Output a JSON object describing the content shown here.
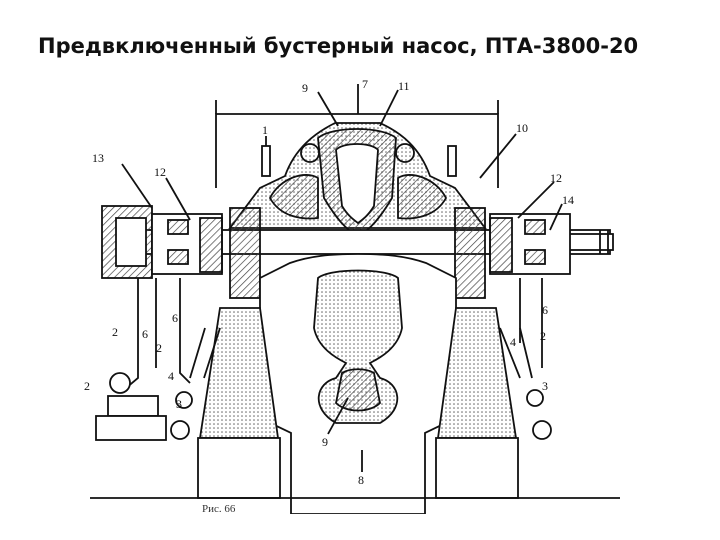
{
  "slide": {
    "title": "Предвключенный  бустерный  насос, ПТА-3800-20"
  },
  "drawing": {
    "callouts": [
      "1",
      "2",
      "3",
      "4",
      "6",
      "7",
      "8",
      "9",
      "10",
      "11",
      "12",
      "13",
      "14"
    ],
    "labels": {
      "n9_top": "9",
      "n7": "7",
      "n11": "11",
      "n1": "1",
      "n10": "10",
      "n13": "13",
      "n12_left": "12",
      "n12_right": "12",
      "n14": "14",
      "n2_a": "2",
      "n6_a": "6",
      "n6_b": "6",
      "n2_b": "2",
      "n4_left": "4",
      "n2_left": "2",
      "n3_left": "3",
      "n6_right": "6",
      "n4_right": "4",
      "n2_right": "2",
      "n3_right": "3",
      "n9_bottom": "9",
      "n8": "8"
    },
    "caption": "Рис. 66"
  },
  "colors": {
    "ink": "#111111",
    "paper": "#ffffff",
    "hatch": "#555555"
  }
}
